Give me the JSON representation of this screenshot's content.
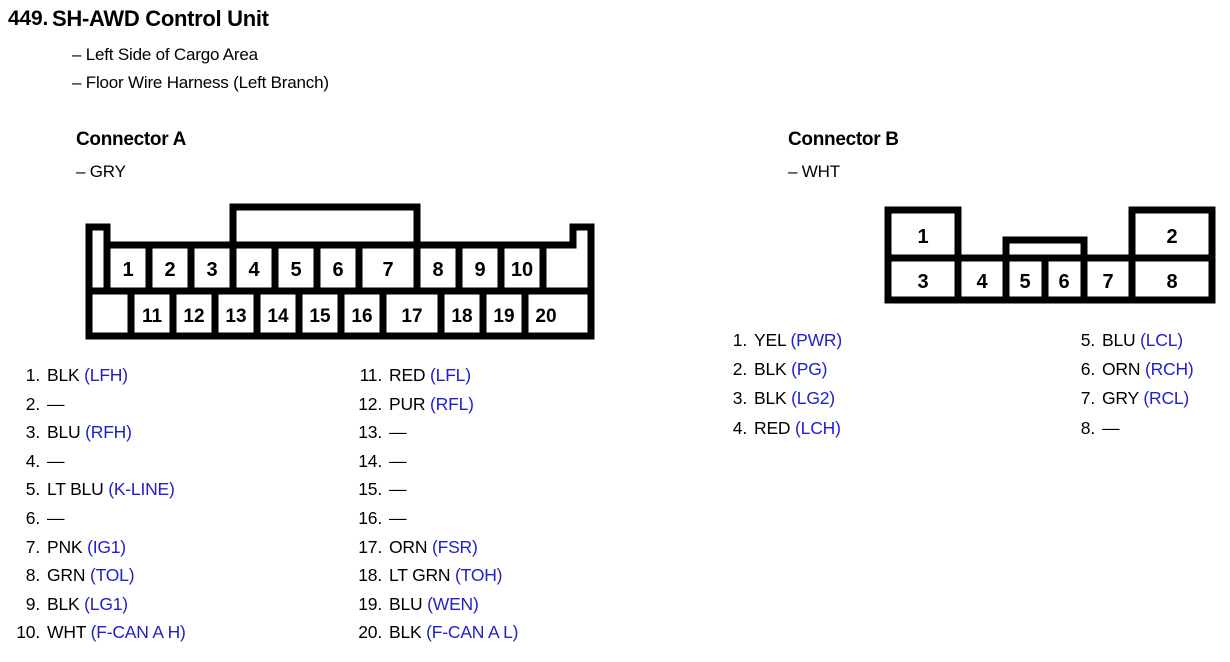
{
  "header": {
    "number": "449.",
    "title": "SH-AWD Control Unit",
    "location_lines": [
      "– Left Side of Cargo Area",
      "– Floor Wire Harness (Left Branch)"
    ]
  },
  "accent_color": "#2020cc",
  "connector_a": {
    "title": "Connector A",
    "color_label": "– GRY",
    "top_row_pins": [
      "1",
      "2",
      "3",
      "4",
      "5",
      "6",
      "7",
      "8",
      "9",
      "10"
    ],
    "bottom_row_pins": [
      "11",
      "12",
      "13",
      "14",
      "15",
      "16",
      "17",
      "18",
      "19",
      "20"
    ],
    "pins_left": [
      {
        "n": "1.",
        "wire": "BLK",
        "signal": "(LFH)"
      },
      {
        "n": "2.",
        "wire": "—",
        "signal": ""
      },
      {
        "n": "3.",
        "wire": "BLU",
        "signal": "(RFH)"
      },
      {
        "n": "4.",
        "wire": "—",
        "signal": ""
      },
      {
        "n": "5.",
        "wire": "LT BLU",
        "signal": "(K-LINE)"
      },
      {
        "n": "6.",
        "wire": "—",
        "signal": ""
      },
      {
        "n": "7.",
        "wire": "PNK",
        "signal": "(IG1)"
      },
      {
        "n": "8.",
        "wire": "GRN",
        "signal": "(TOL)"
      },
      {
        "n": "9.",
        "wire": "BLK",
        "signal": "(LG1)"
      },
      {
        "n": "10.",
        "wire": "WHT",
        "signal": "(F-CAN A H)"
      }
    ],
    "pins_right": [
      {
        "n": "11.",
        "wire": "RED",
        "signal": "(LFL)"
      },
      {
        "n": "12.",
        "wire": "PUR",
        "signal": "(RFL)"
      },
      {
        "n": "13.",
        "wire": "—",
        "signal": ""
      },
      {
        "n": "14.",
        "wire": "—",
        "signal": ""
      },
      {
        "n": "15.",
        "wire": "—",
        "signal": ""
      },
      {
        "n": "16.",
        "wire": "—",
        "signal": ""
      },
      {
        "n": "17.",
        "wire": "ORN",
        "signal": "(FSR)"
      },
      {
        "n": "18.",
        "wire": "LT GRN",
        "signal": "(TOH)"
      },
      {
        "n": "19.",
        "wire": "BLU",
        "signal": "(WEN)"
      },
      {
        "n": "20.",
        "wire": "BLK",
        "signal": "(F-CAN A L)"
      }
    ]
  },
  "connector_b": {
    "title": "Connector B",
    "color_label": "– WHT",
    "top_row_pins": [
      "1",
      "2"
    ],
    "bottom_row_pins": [
      "3",
      "4",
      "5",
      "6",
      "7",
      "8"
    ],
    "pins_left": [
      {
        "n": "1.",
        "wire": "YEL",
        "signal": "(PWR)"
      },
      {
        "n": "2.",
        "wire": "BLK",
        "signal": "(PG)"
      },
      {
        "n": "3.",
        "wire": "BLK",
        "signal": "(LG2)"
      },
      {
        "n": "4.",
        "wire": "RED",
        "signal": "(LCH)"
      }
    ],
    "pins_right": [
      {
        "n": "5.",
        "wire": "BLU",
        "signal": "(LCL)"
      },
      {
        "n": "6.",
        "wire": "ORN",
        "signal": "(RCH)"
      },
      {
        "n": "7.",
        "wire": "GRY",
        "signal": "(RCL)"
      },
      {
        "n": "8.",
        "wire": "—",
        "signal": ""
      }
    ]
  }
}
